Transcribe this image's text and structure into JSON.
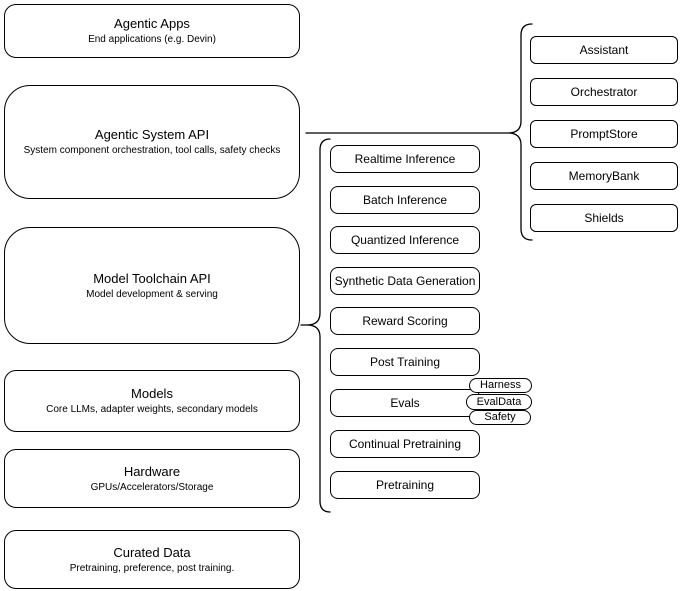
{
  "canvas": {
    "background": "#ffffff",
    "stroke_color": "#000000"
  },
  "left_column": [
    {
      "title": "Agentic Apps",
      "subtitle": "End applications (e.g. Devin)"
    },
    {
      "title": "Agentic System API",
      "subtitle": "System component orchestration, tool calls, safety checks"
    },
    {
      "title": "Model Toolchain API",
      "subtitle": "Model development & serving"
    },
    {
      "title": "Models",
      "subtitle": "Core LLMs, adapter weights, secondary models"
    },
    {
      "title": "Hardware",
      "subtitle": "GPUs/Accelerators/Storage"
    },
    {
      "title": "Curated Data",
      "subtitle": "Pretraining, preference, post training."
    }
  ],
  "toolchain_group": [
    "Realtime Inference",
    "Batch Inference",
    "Quantized Inference",
    "Synthetic Data Generation",
    "Reward Scoring",
    "Post Training",
    "Evals",
    "Continual Pretraining",
    "Pretraining"
  ],
  "evals_tags": [
    "Harness",
    "EvalData",
    "Safety"
  ],
  "system_group": [
    "Assistant",
    "Orchestrator",
    "PromptStore",
    "MemoryBank",
    "Shields"
  ]
}
